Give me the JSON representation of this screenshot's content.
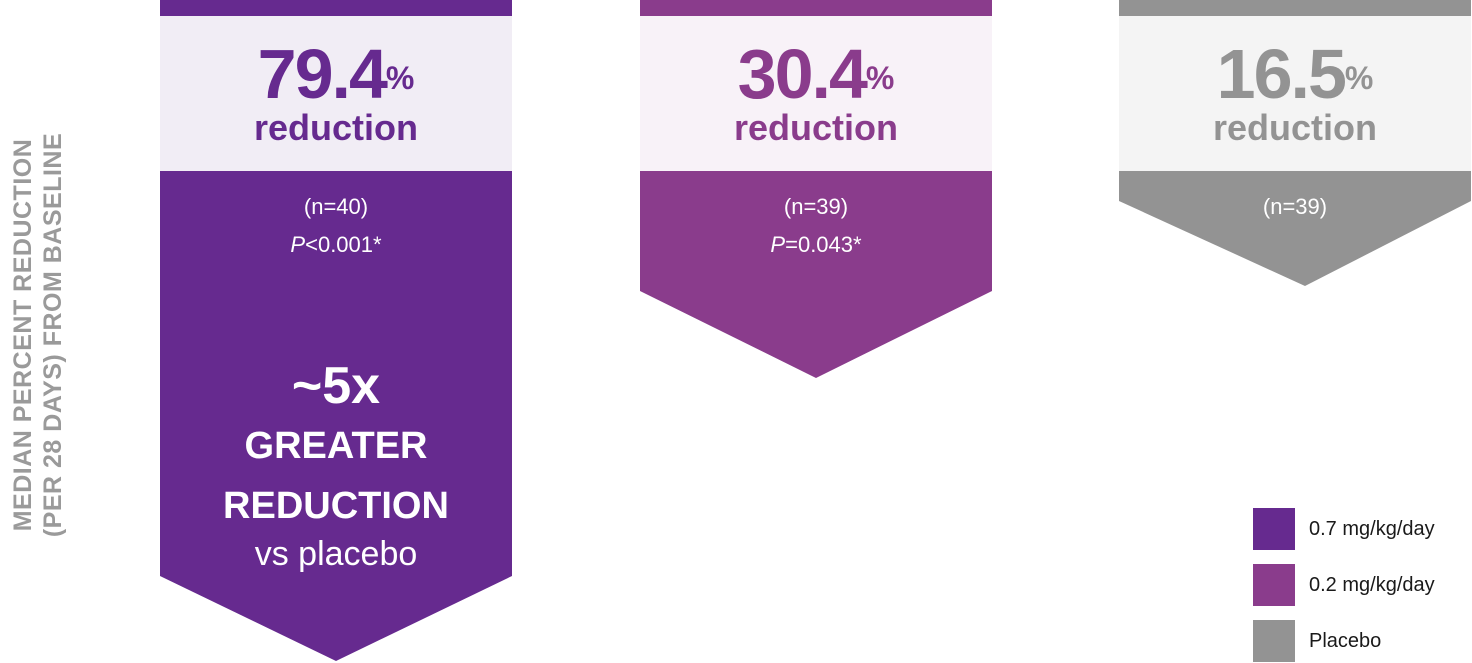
{
  "chart_data": {
    "type": "bar",
    "ylabel_lines": [
      "MEDIAN PERCENT REDUCTION",
      "(PER 28 DAYS) FROM BASELINE"
    ],
    "categories": [
      "0.7 mg/kg/day",
      "0.2 mg/kg/day",
      "Placebo"
    ],
    "values": [
      79.4,
      30.4,
      16.5
    ],
    "value_labels": [
      "79.4",
      "30.4",
      "16.5"
    ],
    "value_suffix": "%",
    "unit_label": "reduction",
    "n_labels": [
      "(n=40)",
      "(n=39)",
      "(n=39)"
    ],
    "p_values": [
      {
        "prefix": "P",
        "rest": "<0.001*"
      },
      {
        "prefix": "P",
        "rest": "=0.043*"
      },
      null
    ],
    "colors": [
      "#662a8f",
      "#8a3c8c",
      "#939393"
    ],
    "header_fills": [
      "#f1edf5",
      "#f8f2f8",
      "#f4f4f4"
    ],
    "ylim": [
      0,
      100
    ],
    "legend": {
      "placement": "bottom-right",
      "items": [
        "0.7 mg/kg/day",
        "0.2 mg/kg/day",
        "Placebo"
      ]
    },
    "callout": {
      "multiplier": "~5x",
      "line1": "GREATER",
      "line2": "REDUCTION",
      "line3": "vs placebo"
    }
  }
}
